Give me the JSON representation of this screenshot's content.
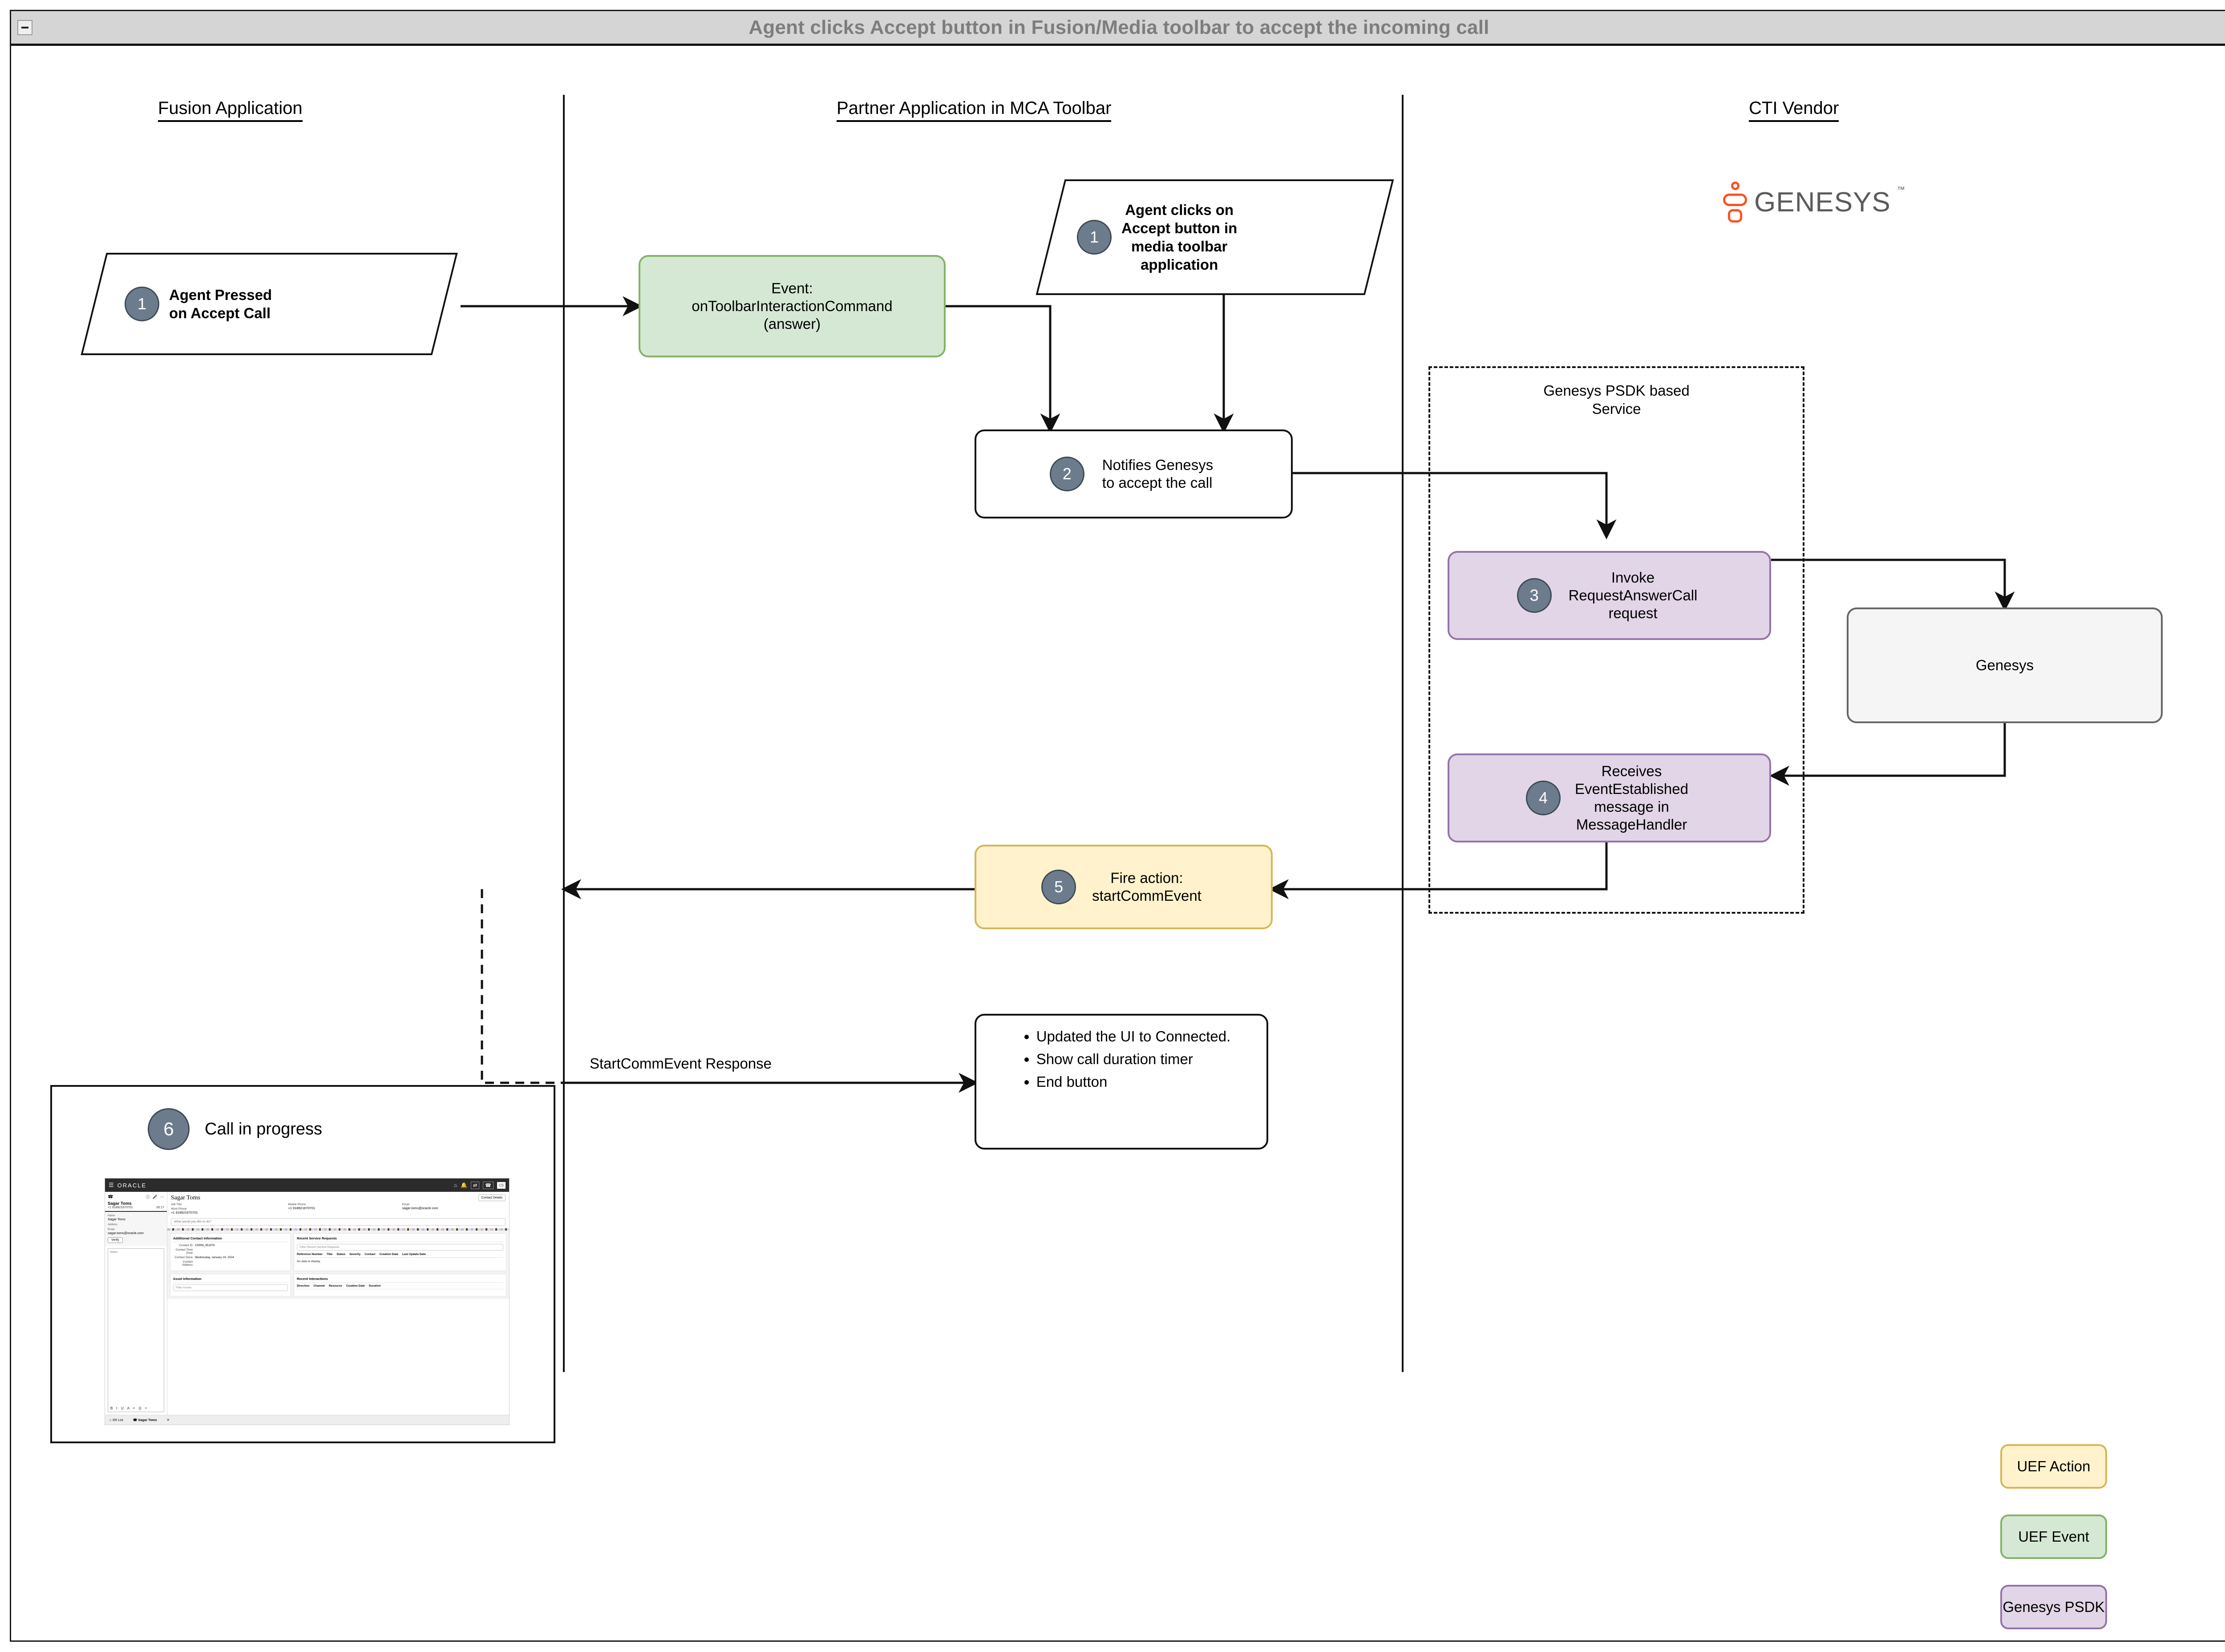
{
  "window": {
    "title": "Agent clicks Accept button in Fusion/Media toolbar to accept the incoming call",
    "collapse_icon": "collapse-icon"
  },
  "lanes": [
    {
      "title": "Fusion Application"
    },
    {
      "title": "Partner Application in MCA Toolbar"
    },
    {
      "title": "CTI Vendor"
    }
  ],
  "brand": {
    "name": "GENESYS",
    "trademark": "™",
    "mark_color": "#ff4f1f",
    "word_color": "#5b5b5b"
  },
  "nodes": {
    "agent_pressed": {
      "step": "1",
      "text": "Agent Pressed\non Accept Call"
    },
    "agent_clicks": {
      "step": "1",
      "text": "Agent clicks on\nAccept button in\nmedia toolbar\napplication"
    },
    "event_toolbar": {
      "text": "Event:\nonToolbarInteractionCommand\n(answer)",
      "fill": "#d5e8d4",
      "stroke": "#82b366"
    },
    "notifies": {
      "step": "2",
      "text": "Notifies Genesys\nto accept the call",
      "fill": "#ffffff",
      "stroke": "#111111"
    },
    "invoke_request": {
      "step": "3",
      "text": "Invoke\nRequestAnswerCall\nrequest",
      "fill": "#e1d5e7",
      "stroke": "#9673a6"
    },
    "receives_event": {
      "step": "4",
      "text": "Receives\nEventEstablished\nmessage in\nMessageHandler",
      "fill": "#e1d5e7",
      "stroke": "#9673a6"
    },
    "fire_action": {
      "step": "5",
      "text": "Fire action:\nstartCommEvent",
      "fill": "#fff2cc",
      "stroke": "#d6b656"
    },
    "genesys_box": {
      "text": "Genesys",
      "fill": "#f5f5f5",
      "stroke": "#666666"
    },
    "psdk_group": {
      "title": "Genesys PSDK based\nService"
    },
    "ui_updates": {
      "bullets": [
        "Updated the UI to Connected.",
        "Show call duration timer",
        "End button"
      ]
    },
    "call_in_progress": {
      "step": "6",
      "text": "Call in progress"
    }
  },
  "edges": [
    {
      "label": "StartCommEvent Response"
    }
  ],
  "legend": [
    {
      "label": "UEF Action",
      "fill": "#fff2cc",
      "stroke": "#d6b656"
    },
    {
      "label": "UEF Event",
      "fill": "#d5e8d4",
      "stroke": "#82b366"
    },
    {
      "label": "Genesys PSDK",
      "fill": "#e1d5e7",
      "stroke": "#9673a6"
    }
  ],
  "screenshot": {
    "topbar": {
      "menu_icon": "hamburger-icon",
      "brand": "ORACLE",
      "icons": [
        "home-icon",
        "bell-icon",
        "transfer-icon",
        "phone-icon"
      ],
      "avatar": "CS"
    },
    "call_panel": {
      "phone_icon": "phone-icon",
      "info_icon": "info-icon",
      "mic_icon": "microphone-icon",
      "more_icon": "more-icon",
      "name": "Sagar Toms",
      "number": "+1 918921670701",
      "timer": "00:17",
      "fields": [
        {
          "label": "Name",
          "value": "Sagar Toms"
        },
        {
          "label": "Address",
          "value": ""
        },
        {
          "label": "Email",
          "value": "sagar.toms@oracle.com"
        }
      ],
      "verify_label": "Verify",
      "notes_placeholder": "Notes",
      "format_tools": "B  I  U  A ˅  Ω ˅"
    },
    "contact": {
      "name": "Sagar Toms",
      "details_button": "Contact Details",
      "fields": [
        {
          "label": "Job Title",
          "value": ""
        },
        {
          "label": "Mobile Phone",
          "value": "+1 918921670701"
        },
        {
          "label": "Email",
          "value": "sagar.toms@oracle.com"
        },
        {
          "label": "Work Phone",
          "value": "+1 918921670701"
        }
      ],
      "ask_placeholder": "What would you like to do?"
    },
    "additional_contact": {
      "title": "Additional Contact Information",
      "rows": [
        {
          "k": "Contact ID",
          "v": "CDRM_951675"
        },
        {
          "k": "Contact Time Zone",
          "v": ""
        },
        {
          "k": "Contact Since",
          "v": "Wednesday, January 24, 2024"
        },
        {
          "k": "Contact Address",
          "v": ""
        }
      ]
    },
    "service_requests": {
      "title": "Recent Service Requests",
      "filter_placeholder": "Filter Recent Service Requests",
      "columns": [
        "Reference Number",
        "Title",
        "Status",
        "Severity",
        "Contact",
        "Creation Date",
        "Last Update Date"
      ],
      "empty": "No data to display."
    },
    "asset_information": {
      "title": "Asset Information",
      "filter_placeholder": "Filter Assets"
    },
    "recent_interactions": {
      "title": "Recent Interactions",
      "columns": [
        "Direction",
        "Channel",
        "Resource",
        "Creation Date",
        "Duration"
      ]
    },
    "tabbar": {
      "items": [
        "SR List",
        "Sagar Toms"
      ],
      "close_icon": "close-icon"
    }
  }
}
